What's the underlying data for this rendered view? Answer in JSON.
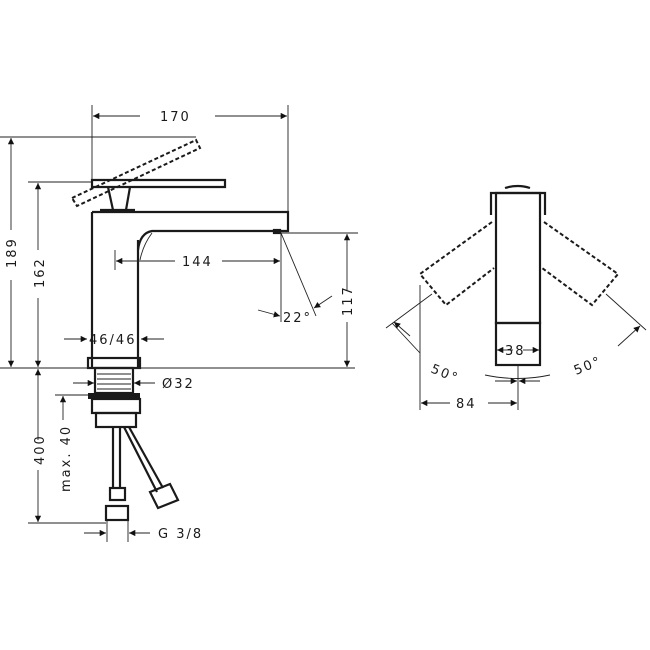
{
  "drawing": {
    "side_view": {
      "dimensions": {
        "overall_width": "170",
        "spout_reach": "144",
        "total_height": "189",
        "spout_height": "162",
        "outlet_height": "117",
        "spray_angle": "22°",
        "base_width": "46/46",
        "thread_diameter": "Ø32",
        "shank_length": "400",
        "max_counter_thickness": "max. 40",
        "connection": "G 3/8"
      }
    },
    "top_view": {
      "dimensions": {
        "width": "38",
        "left_swivel_angle": "50°",
        "right_swivel_angle": "50°",
        "handle_offset": "84"
      }
    },
    "colors": {
      "line": "#1a1a1a",
      "background": "#ffffff"
    }
  }
}
